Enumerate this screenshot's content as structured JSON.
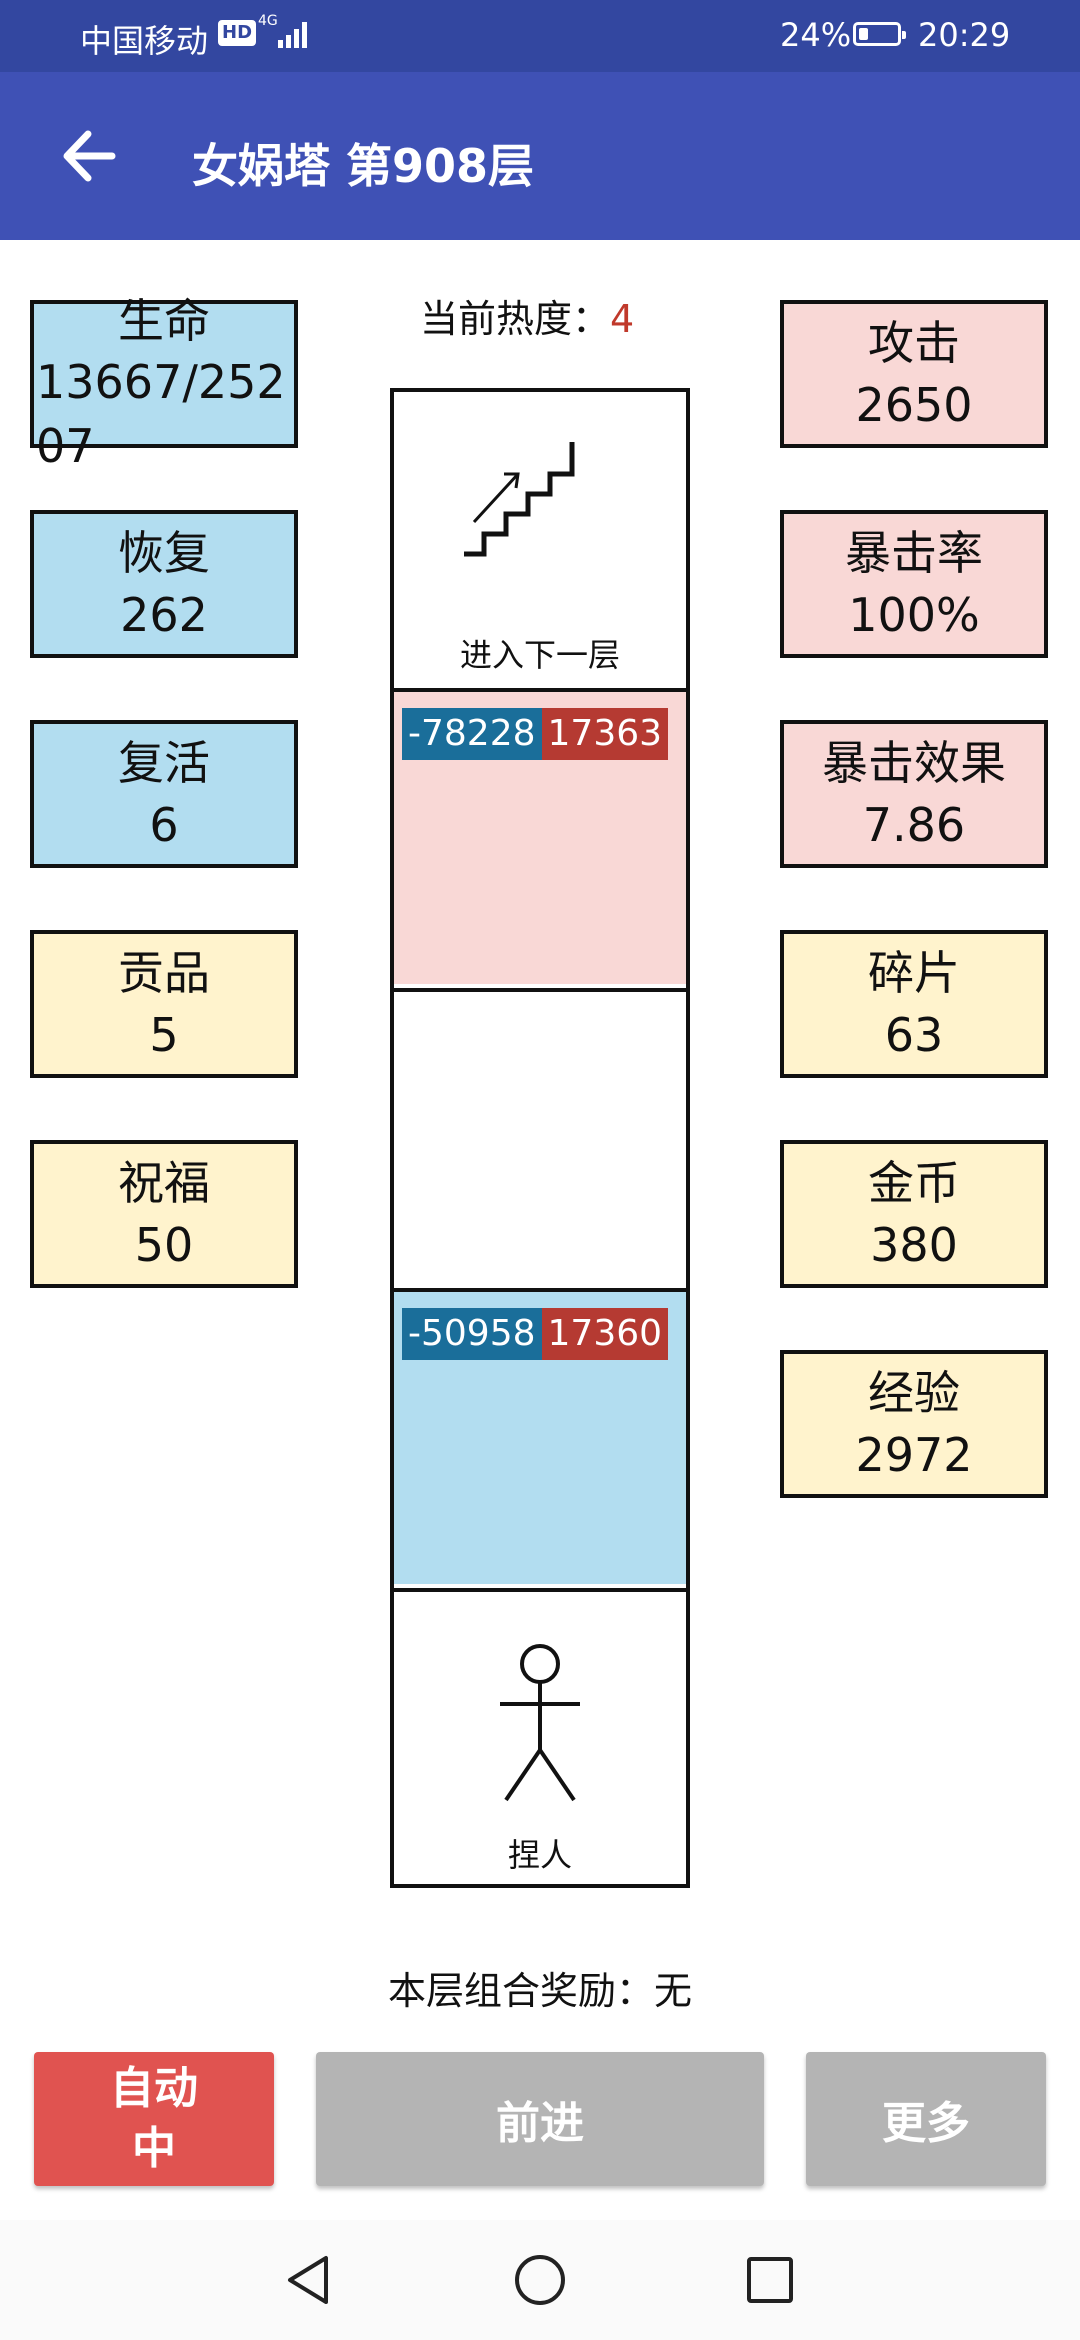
{
  "status_bar": {
    "carrier": "中国移动",
    "hd_badge": "HD",
    "network": "4G",
    "battery": "24%",
    "battery_level": 0.24,
    "time": "20:29"
  },
  "app_bar": {
    "title": "女娲塔 第908层",
    "back_icon": "arrow-left-icon"
  },
  "left_stats": [
    {
      "label": "生命",
      "value": "13667/25207"
    },
    {
      "label": "恢复",
      "value": "262"
    },
    {
      "label": "复活",
      "value": "6"
    },
    {
      "label": "贡品",
      "value": "5"
    },
    {
      "label": "祝福",
      "value": "50"
    }
  ],
  "right_stats": [
    {
      "label": "攻击",
      "value": "2650"
    },
    {
      "label": "暴击率",
      "value": "100%"
    },
    {
      "label": "暴击效果",
      "value": "7.86"
    },
    {
      "label": "碎片",
      "value": "63"
    },
    {
      "label": "金币",
      "value": "380"
    },
    {
      "label": "经验",
      "value": "2972"
    }
  ],
  "heat": {
    "label": "当前热度：",
    "value": "4"
  },
  "tower": {
    "exit_floor": {
      "label": "进入下一层",
      "icon": "stairs-icon"
    },
    "enemy_floor_1": {
      "damage": "-78228",
      "hp": "17363"
    },
    "enemy_floor_2": {
      "damage": "-50958",
      "hp": "17360"
    },
    "player_floor": {
      "label": "捏人",
      "icon": "stick-figure-icon"
    }
  },
  "reward": "本层组合奖励：无",
  "buttons": {
    "auto": "自动中",
    "forward": "前进",
    "more": "更多"
  },
  "colors": {
    "status_bar": "#3347a0",
    "app_bar": "#3f51b5",
    "stat_blue": "#b2ddf0",
    "stat_pink": "#f9d8d6",
    "stat_yellow": "#fff3cd",
    "auto_button": "#e05350",
    "gray_button": "#b4b4b4",
    "heat_value": "#c0392b"
  },
  "nav": {
    "back_icon": "triangle-back-icon",
    "home_icon": "circle-home-icon",
    "recents_icon": "square-recents-icon"
  }
}
